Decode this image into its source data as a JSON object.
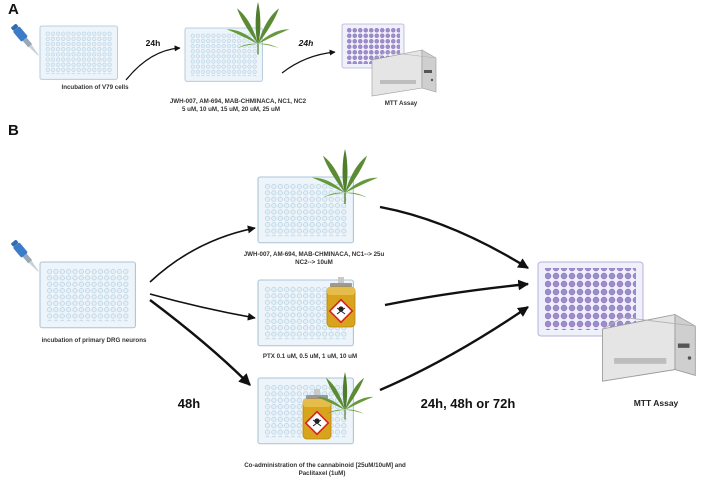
{
  "panels": {
    "a": "A",
    "b": "B"
  },
  "section_a": {
    "step1_caption": "Incubation of V79 cells",
    "time1": "24h",
    "step2_caption_line1": "JWH-007, AM-694, MAB-CHMINACA, NC1, NC2",
    "step2_caption_line2": "5 uM, 10 uM, 15 uM, 20 uM, 25 uM",
    "time2": "24h",
    "step3_caption": "MTT Assay"
  },
  "section_b": {
    "start_caption": "incubation of primary DRG neurons",
    "time_left": "48h",
    "branch1_caption_line1": "JWH-007, AM-694, MAB-CHMINACA, NC1--> 25u",
    "branch1_caption_line2": "NC2--> 10uM",
    "branch2_caption": "PTX 0.1 uM, 0.5 uM, 1 uM, 10 uM",
    "branch3_caption_line1": "Co-administration of the cannabinoid [25uM/10uM] and",
    "branch3_caption_line2": "Paclitaxel (1uM)",
    "time_right": "24h, 48h or 72h",
    "end_caption": "MTT Assay"
  },
  "colors": {
    "plate_frame": "#c9d9e6",
    "plate_well": "#dcebf5",
    "assay_well": "#9b86c6",
    "leaf": "#4f7d2c",
    "bag": "#d8a41e",
    "arrow": "#111111"
  }
}
